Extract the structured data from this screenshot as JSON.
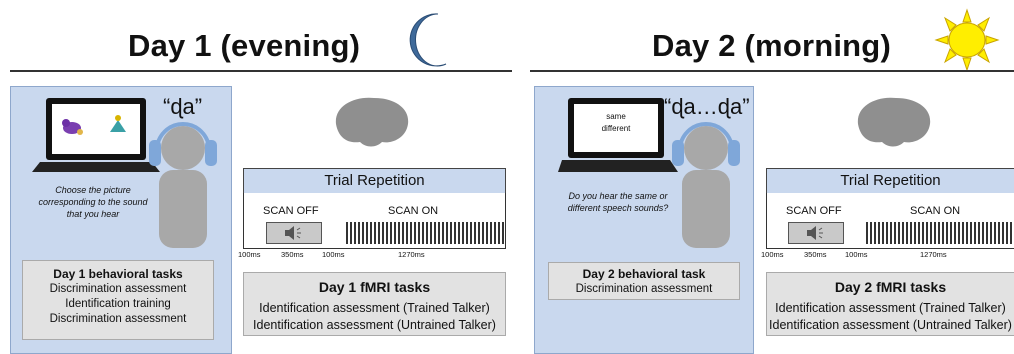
{
  "day1": {
    "title": "Day 1 (evening)",
    "quote": "“ɖa”",
    "caption": "Choose the picture corresponding to the sound that you hear",
    "behavioral": {
      "title": "Day 1 behavioral tasks",
      "items": [
        "Discrimination assessment",
        "Identification training",
        "Discrimination assessment"
      ]
    },
    "trial_title": "Trial Repetition",
    "scan_off": "SCAN OFF",
    "scan_on": "SCAN ON",
    "ticks": [
      "100ms",
      "350ms",
      "100ms",
      "1270ms"
    ],
    "fmri": {
      "title": "Day 1 fMRI tasks",
      "items": [
        "Identification assessment (Trained Talker)",
        "Identification assessment (Untrained Talker)"
      ]
    }
  },
  "day2": {
    "title": "Day 2 (morning)",
    "quote": "“ɖa…ɖa”",
    "screen_words": [
      "same",
      "different"
    ],
    "caption": "Do you hear the same or different speech sounds?",
    "behavioral": {
      "title": "Day 2 behavioral task",
      "items": [
        "Discrimination assessment"
      ]
    },
    "trial_title": "Trial Repetition",
    "scan_off": "SCAN OFF",
    "scan_on": "SCAN ON",
    "ticks": [
      "100ms",
      "350ms",
      "100ms",
      "1270ms"
    ],
    "fmri": {
      "title": "Day 2 fMRI tasks",
      "items": [
        "Identification assessment (Trained Talker)",
        "Identification assessment (Untrained Talker)"
      ]
    }
  },
  "colors": {
    "panel_blue": "#c9d8ee",
    "moon": "#3f6a9a",
    "sun": "#ffee00",
    "headphones": "#7fa7d9",
    "person": "#a8a8a8",
    "brain": "#8f8f8f"
  },
  "icons": [
    "moon-icon",
    "sun-icon",
    "laptop-icon",
    "person-icon",
    "headphones-icon",
    "brain-icon",
    "speaker-icon"
  ]
}
